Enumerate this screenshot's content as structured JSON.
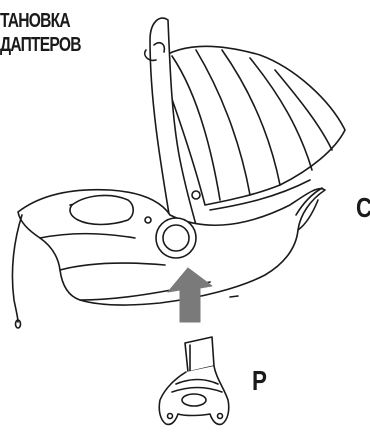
{
  "caption": {
    "line1": "ТАНОВКА",
    "line2": "ДАПТЕРОВ"
  },
  "labels": {
    "seat_part": "C",
    "adapter_part": "P"
  },
  "colors": {
    "line": "#1a1a1a",
    "arrow": "#7a7a7a",
    "background": "#ffffff"
  }
}
